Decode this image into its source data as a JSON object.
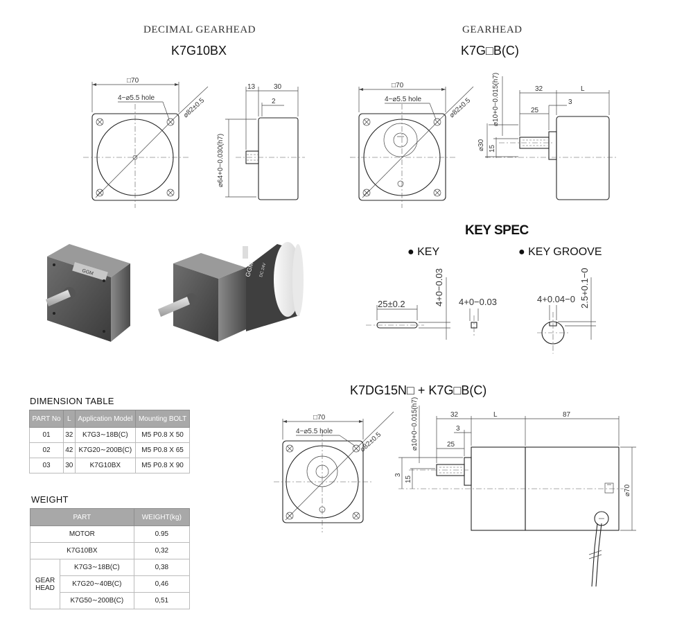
{
  "drawings": {
    "decimal": {
      "title": "DECIMAL GEARHEAD",
      "model": "K7G10BX",
      "dims": {
        "square": "□70",
        "holes": "4−⌀5.5 hole",
        "pcd": "⌀82±0.5",
        "d13": "13",
        "d30": "30",
        "d2": "2",
        "shaft_dia": "⌀64+0−0.030(h7)"
      }
    },
    "gearhead": {
      "title": "GEARHEAD",
      "model": "K7G□B(C)",
      "dims": {
        "square": "□70",
        "holes": "4−⌀5.5 hole",
        "pcd": "⌀82±0.5",
        "shaft": "⌀10+0−0.015(h7)",
        "d32": "32",
        "dL": "L",
        "d25": "25",
        "d3": "3",
        "d30": "⌀30",
        "d15": "15"
      }
    },
    "combo": {
      "model": "K7DG15N□ + K7G□B(C)",
      "dims": {
        "square": "□70",
        "holes": "4−⌀5.5 hole",
        "pcd": "⌀82±0.5",
        "shaft": "⌀10+0−0.015(h7)",
        "d32": "32",
        "dL": "L",
        "d87": "87",
        "d3": "3",
        "d25": "25",
        "d3v": "3",
        "d15": "15",
        "d70": "⌀70"
      }
    }
  },
  "keyspec": {
    "title": "KEY SPEC",
    "key_label": "● KEY",
    "groove_label": "● KEY  GROOVE",
    "key_len": "25±0.2",
    "key_h": "4+0−0.03",
    "key_w": "4+0−0.03",
    "groove_w": "4+0.04−0",
    "groove_d": "2.5+0.1−0"
  },
  "dimension_table": {
    "title": "DIMENSION  TABLE",
    "headers": [
      "PART No",
      "L",
      "Application Model",
      "Mounting BOLT"
    ],
    "rows": [
      [
        "01",
        "32",
        "K7G3∼18B(C)",
        "M5 P0.8 X 50"
      ],
      [
        "02",
        "42",
        "K7G20∼200B(C)",
        "M5 P0.8 X 65"
      ],
      [
        "03",
        "30",
        "K7G10BX",
        "M5 P0.8 X 90"
      ]
    ]
  },
  "weight_table": {
    "title": "WEIGHT",
    "headers": [
      "PART",
      "WEIGHT(kg)"
    ],
    "motor": {
      "label": "MOTOR",
      "value": "0.95"
    },
    "decimal": {
      "label": "K7G10BX",
      "value": "0,32"
    },
    "gear_head_label": "GEAR HEAD",
    "gear_rows": [
      {
        "label": "K7G3∼18B(C)",
        "value": "0,38"
      },
      {
        "label": "K7G20∼40B(C)",
        "value": "0,46"
      },
      {
        "label": "K7G50∼200B(C)",
        "value": "0,51"
      }
    ]
  },
  "photos": {
    "gearhead_label": "GGM",
    "motor_label": "GGM",
    "motor_spec": "DC 24V"
  }
}
